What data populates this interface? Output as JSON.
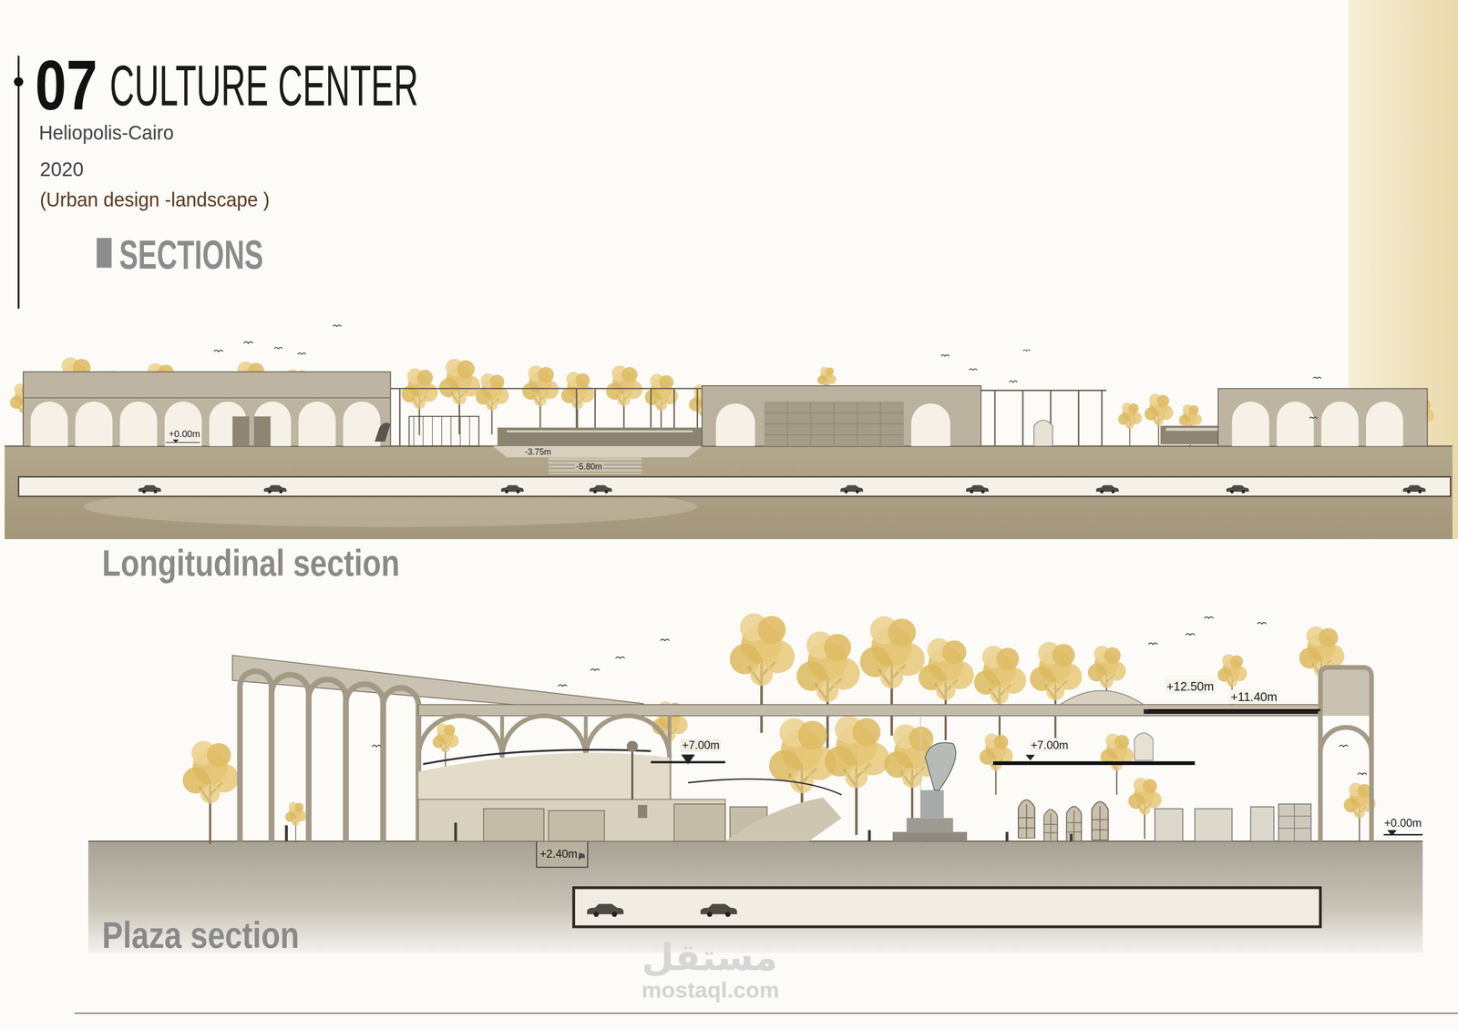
{
  "diagram": {
    "title": "CULTURE CENTER",
    "labels": [
      "07",
      "Heliopolis-Cairo",
      "2020",
      "(Urban design -landscape )",
      "SECTIONS",
      "+0.00m",
      "-3.75m",
      "-5.80m",
      "Longitudinal section",
      "+12.50m",
      "+11.40m",
      "+7.00m",
      "+7.00m",
      "+0.00m",
      "+2.40m",
      "Plaza section",
      "مستقل",
      "mostaql.com"
    ]
  }
}
